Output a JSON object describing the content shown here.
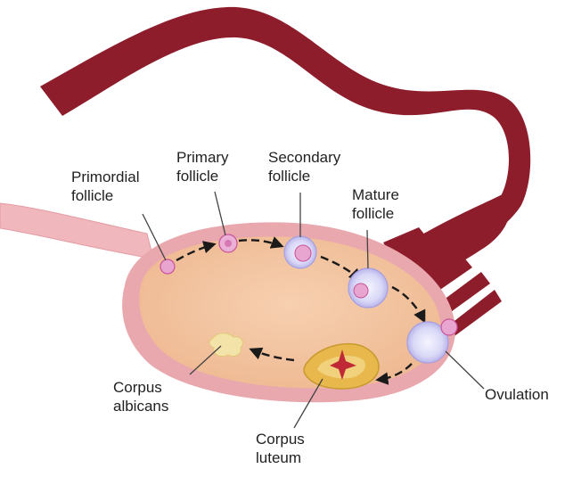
{
  "labels": {
    "primordial": [
      "Primordial",
      "follicle"
    ],
    "primary": [
      "Primary",
      "follicle"
    ],
    "secondary": [
      "Secondary",
      "follicle"
    ],
    "mature": [
      "Mature",
      "follicle"
    ],
    "ovulation": "Ovulation",
    "corpus_albicans": [
      "Corpus",
      "albicans"
    ],
    "corpus_luteum": [
      "Corpus",
      "luteum"
    ]
  },
  "colors": {
    "fallopian_tube": "#8e1d2c",
    "ovary_fill": "#f3c6a0",
    "ovary_rim": "#e9a8ae",
    "ligament": "#f0b8bd",
    "follicle_pink": "#e7a5cf",
    "follicle_halo": "#d7d6f5",
    "corpus_luteum": "#e8b84c",
    "corpus_albicans": "#f4e3a8",
    "arrow": "#1a1a1a"
  }
}
